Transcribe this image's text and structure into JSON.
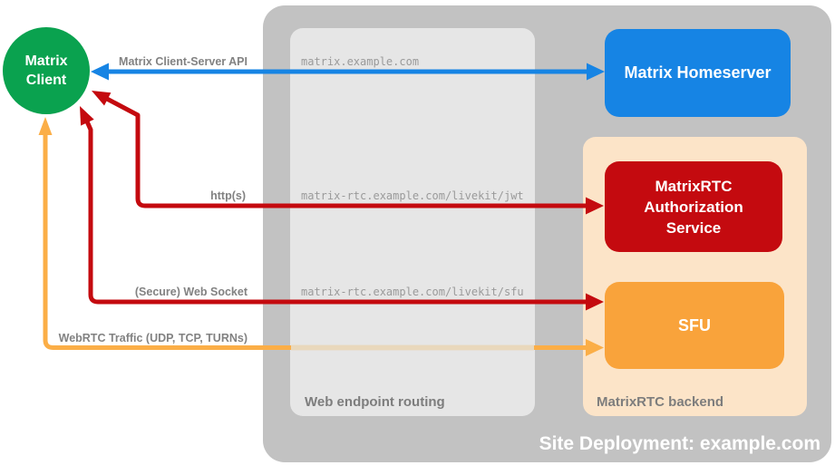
{
  "client": {
    "line1": "Matrix",
    "line2": "Client"
  },
  "homeserver": {
    "label": "Matrix Homeserver"
  },
  "auth_service": {
    "line1": "MatrixRTC",
    "line2": "Authorization",
    "line3": "Service"
  },
  "sfu": {
    "label": "SFU"
  },
  "routing": {
    "label": "Web endpoint routing"
  },
  "backend": {
    "label": "MatrixRTC backend"
  },
  "site": {
    "label": "Site Deployment: example.com"
  },
  "connections": [
    {
      "id": "client-server-api",
      "label": "Matrix Client-Server API",
      "endpoint": "matrix.example.com",
      "color": "#1684e4",
      "direction": "bidirectional"
    },
    {
      "id": "https",
      "label": "http(s)",
      "endpoint": "matrix-rtc.example.com/livekit/jwt",
      "color": "#c40a0f",
      "direction": "bidirectional"
    },
    {
      "id": "secure-web-socket",
      "label": "(Secure) Web Socket",
      "endpoint": "matrix-rtc.example.com/livekit/sfu",
      "color": "#c40a0f",
      "direction": "bidirectional"
    },
    {
      "id": "webrtc-traffic",
      "label": "WebRTC Traffic (UDP, TCP, TURNs)",
      "color": "#fbae47",
      "direction": "bidirectional"
    }
  ],
  "colors": {
    "client_green": "#0aa24f",
    "homeserver_blue": "#1684e4",
    "service_red": "#c40a0f",
    "sfu_orange": "#f9a33b",
    "webrtc_orange": "#fbae47",
    "backend_peach": "#fce4c8",
    "site_gray": "#c2c2c2",
    "routing_gray": "#e6e6e6",
    "label_gray": "#828282",
    "endpoint_text_gray": "#9a9a9a"
  }
}
